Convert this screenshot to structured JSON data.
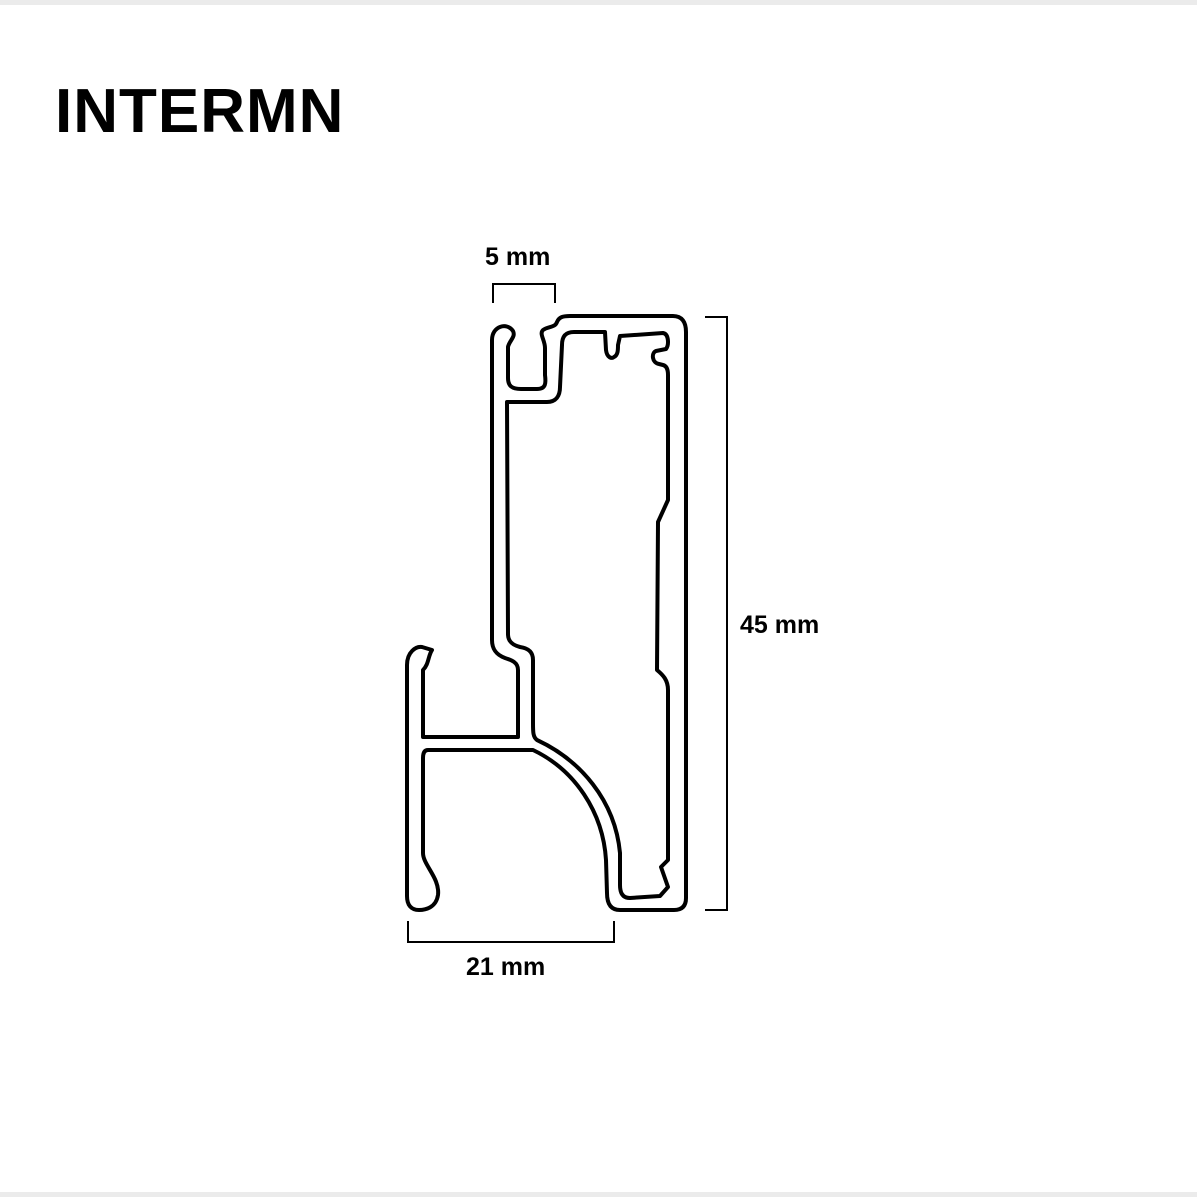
{
  "title": "INTERMN",
  "dimensions": {
    "top_opening": "5 mm",
    "height": "45 mm",
    "width": "21 mm"
  }
}
